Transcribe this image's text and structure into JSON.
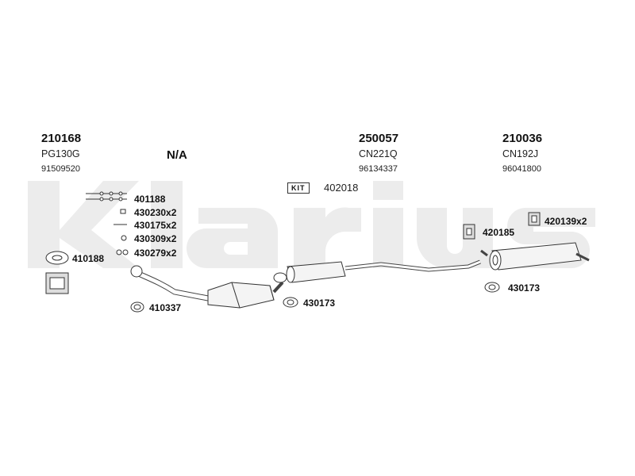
{
  "watermark": {
    "text": "klarius"
  },
  "columns": [
    {
      "part": "210168",
      "code": "PG130G",
      "oe": "91509520"
    },
    {
      "part": "250057",
      "code": "CN221Q",
      "oe": "96134337"
    },
    {
      "part": "210036",
      "code": "CN192J",
      "oe": "96041800"
    }
  ],
  "na_label": "N/A",
  "kit": {
    "badge": "KIT",
    "part": "402018"
  },
  "parts_left": [
    {
      "label": "401188"
    },
    {
      "label": "430230x2"
    },
    {
      "label": "430175x2"
    },
    {
      "label": "430309x2"
    },
    {
      "label": "430279x2"
    }
  ],
  "misc": {
    "mount_left": "410188",
    "ring_center": "410337",
    "clamp_mid": "430173",
    "hanger_right1": "420185",
    "hanger_right2": "420139x2",
    "clamp_right": "430173"
  }
}
